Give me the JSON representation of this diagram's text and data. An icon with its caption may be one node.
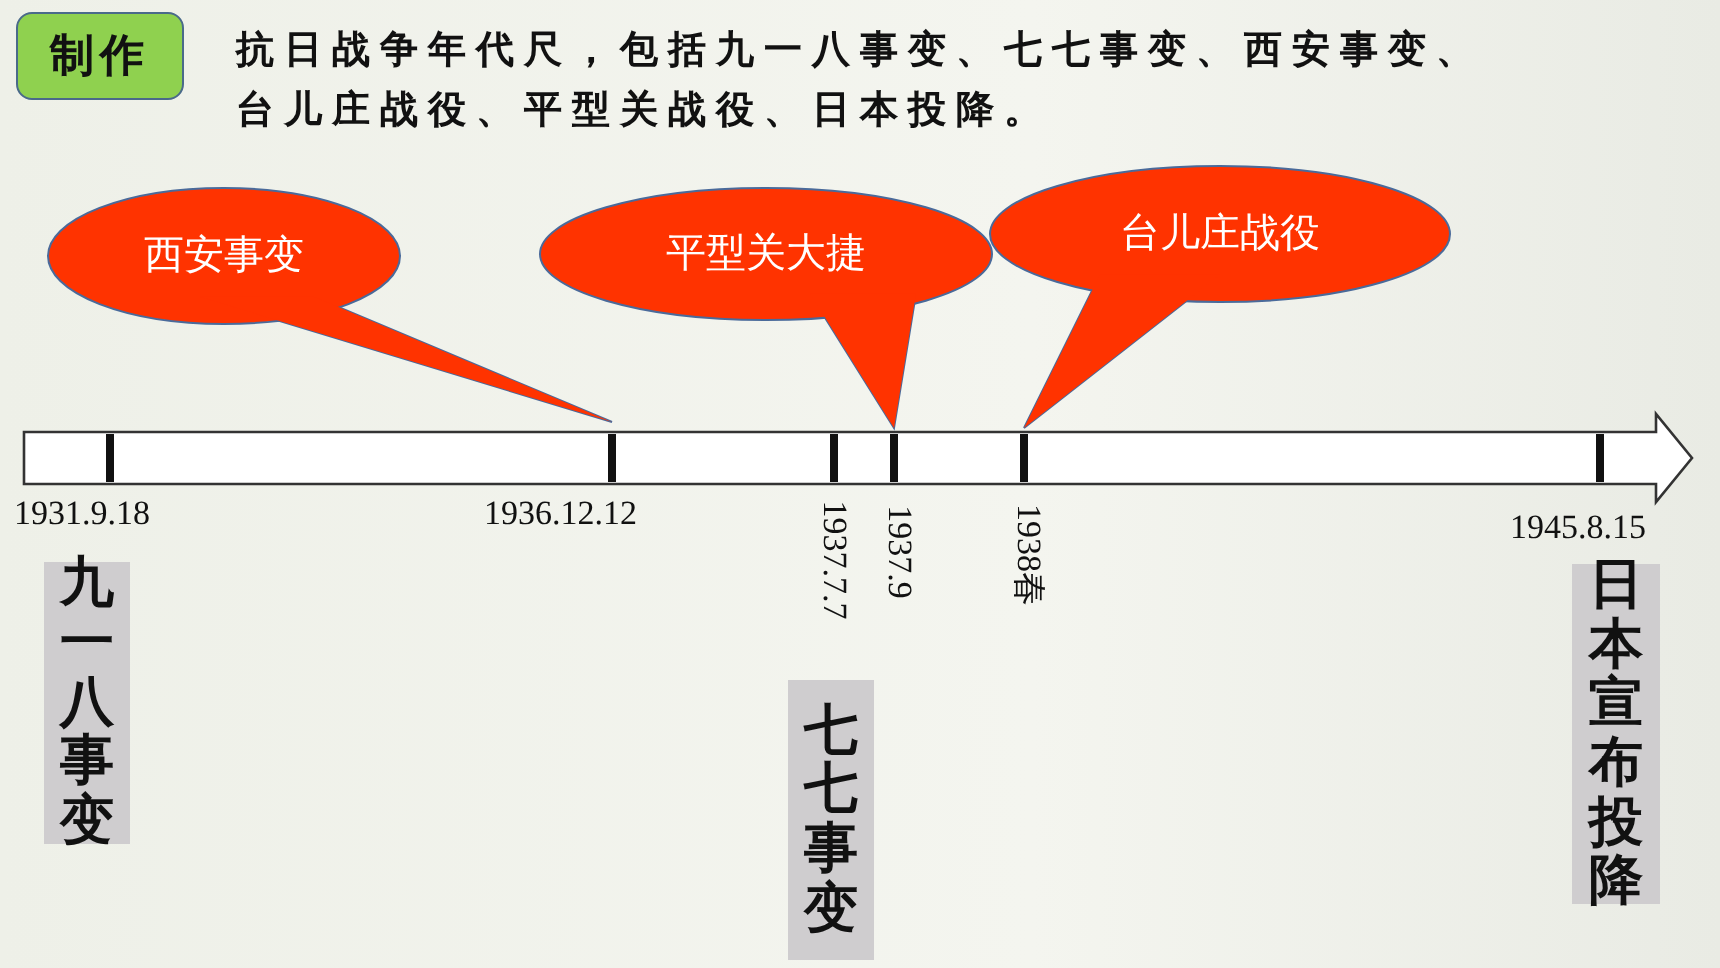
{
  "diagram": {
    "nodes": [
      {
        "text": [
          "制作"
        ]
      },
      {
        "text": [
          "西安事变"
        ],
        "beside": [
          "1936.12.12"
        ]
      },
      {
        "text": [
          "平型关大捷"
        ],
        "beside": [
          "1937.9"
        ]
      },
      {
        "text": [
          "台儿庄战役"
        ],
        "beside": [
          "1938春"
        ]
      },
      {
        "text": [
          "九一八事变"
        ],
        "beside": [
          "1931.9.18"
        ]
      },
      {
        "text": [
          "七七事变"
        ],
        "beside": [
          "1937.7.7"
        ]
      },
      {
        "text": [
          "日本宣布投降"
        ],
        "beside": [
          "1945.8.15"
        ]
      }
    ],
    "edges": [],
    "labels": [
      "抗日战争年代尺，包括九一八事变、七七事变、西安事变、台儿庄战役、平型关战役、日本投降。"
    ]
  }
}
